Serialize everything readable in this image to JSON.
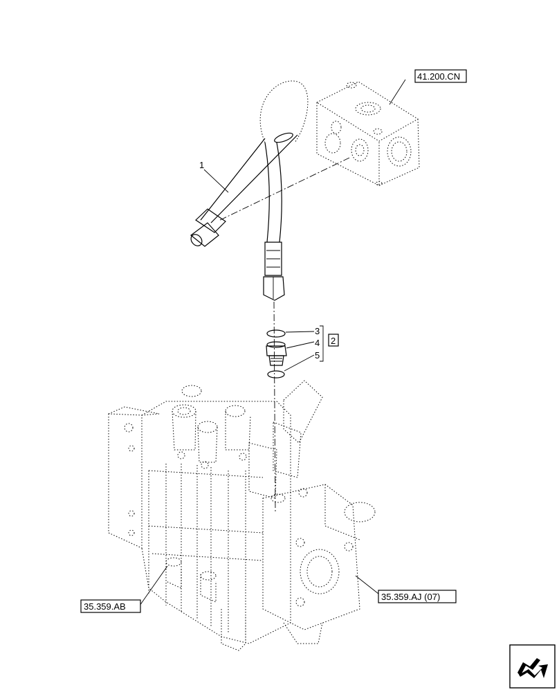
{
  "references": {
    "hydraulic_block": "41.200.CN",
    "valve_section_left": "35.359.AB",
    "valve_section_right": "35.359.AJ (07)"
  },
  "callouts": {
    "item_1": "1",
    "item_2": "2",
    "item_3": "3",
    "item_4": "4",
    "item_5": "5"
  },
  "icons": {
    "navigation": "next-page-arrow-icon"
  }
}
